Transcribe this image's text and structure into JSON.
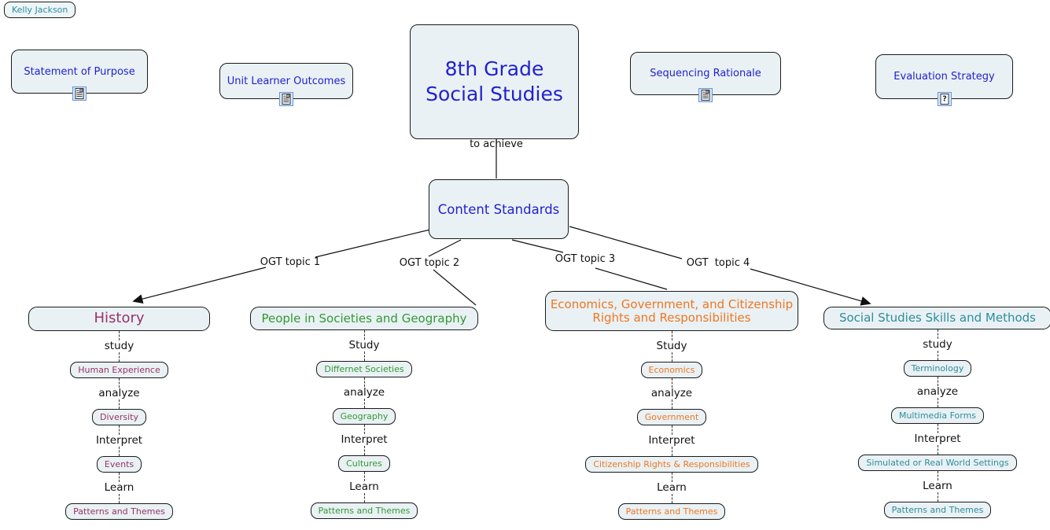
{
  "author": {
    "label": "Kelly Jackson",
    "color": "#2d8d9d"
  },
  "top_nodes": {
    "statement": "Statement of Purpose",
    "unit": "Unit Learner Outcomes",
    "sequencing": "Sequencing Rationale",
    "evaluation": "Evaluation Strategy"
  },
  "main_node": {
    "line1": "8th Grade",
    "line2": "Social Studies"
  },
  "standards": {
    "label": "Content Standards"
  },
  "links": {
    "to_achieve": "to achieve",
    "topic1": "OGT topic 1",
    "topic2": "OGT topic 2",
    "topic3": "OGT topic 3",
    "topic4": "OGT  topic 4"
  },
  "branches": [
    {
      "title": "History",
      "color": "#993366",
      "chain": [
        {
          "link": "study",
          "node": "Human Experience"
        },
        {
          "link": "analyze",
          "node": "Diversity"
        },
        {
          "link": "Interpret",
          "node": "Events"
        },
        {
          "link": "Learn",
          "node": "Patterns and Themes"
        }
      ]
    },
    {
      "title": "People in Societies and Geography",
      "color": "#339933",
      "chain": [
        {
          "link": "Study",
          "node": "Differnet Societies"
        },
        {
          "link": "analyze",
          "node": "Geography"
        },
        {
          "link": "Interpret",
          "node": "Cultures"
        },
        {
          "link": "Learn",
          "node": "Patterns and Themes"
        }
      ]
    },
    {
      "title": "Economics, Government, and Citizenship Rights and Responsibilities",
      "color": "#ee7722",
      "chain": [
        {
          "link": "Study",
          "node": "Economics"
        },
        {
          "link": "analyze",
          "node": "Government"
        },
        {
          "link": "Interpret",
          "node": "Citizenship Rights & Responsibilities"
        },
        {
          "link": "Learn",
          "node": "Patterns and Themes"
        }
      ]
    },
    {
      "title": "Social Studies Skills and Methods",
      "color": "#2d8d9d",
      "chain": [
        {
          "link": "study",
          "node": "Terminology"
        },
        {
          "link": "analyze",
          "node": "Multimedia Forms"
        },
        {
          "link": "Interpret",
          "node": "Simulated or Real World Settings"
        },
        {
          "link": "Learn",
          "node": "Patterns and Themes"
        }
      ]
    }
  ],
  "icons": {
    "statement": "document-resource-icon",
    "unit": "document-resource-icon",
    "sequencing": "document-resource-icon",
    "evaluation": "question-resource-icon"
  },
  "colors": {
    "node_fill": "#e9f1f4",
    "node_border": "#1a1a1a",
    "blue_text": "#2222cc",
    "line": "#111111",
    "background": "#ffffff"
  }
}
